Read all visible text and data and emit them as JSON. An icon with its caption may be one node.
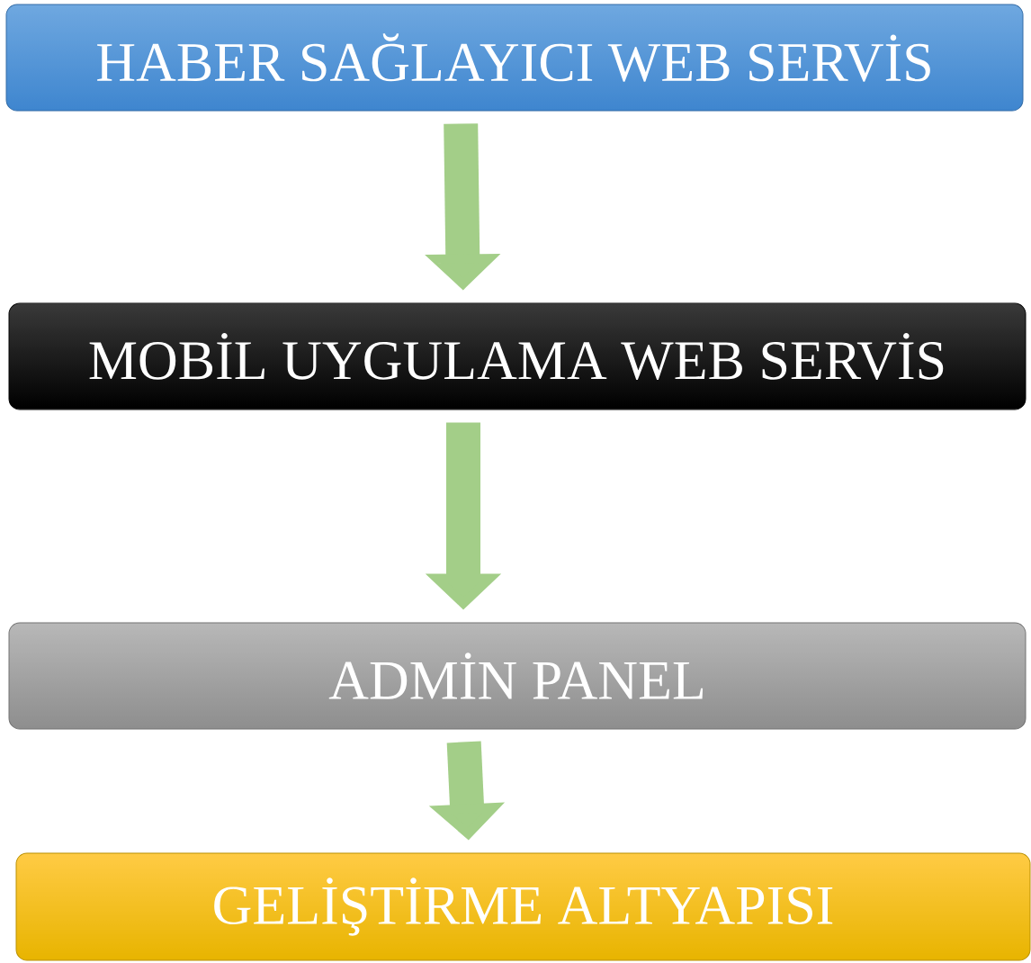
{
  "diagram": {
    "nodes": [
      {
        "text": [
          "HABER SAĞLAYICI WEB SERVİS"
        ]
      },
      {
        "text": [
          "MOBİL UYGULAMA WEB SERVİS"
        ]
      },
      {
        "text": [
          "ADMİN PANEL"
        ]
      },
      {
        "text": [
          "GELİŞTİRME ALTYAPISI"
        ]
      }
    ],
    "edges": [
      {
        "from": 0,
        "to": 1,
        "arrow": "to"
      },
      {
        "from": 1,
        "to": 2,
        "arrow": "to"
      },
      {
        "from": 2,
        "to": 3,
        "arrow": "to"
      }
    ]
  }
}
